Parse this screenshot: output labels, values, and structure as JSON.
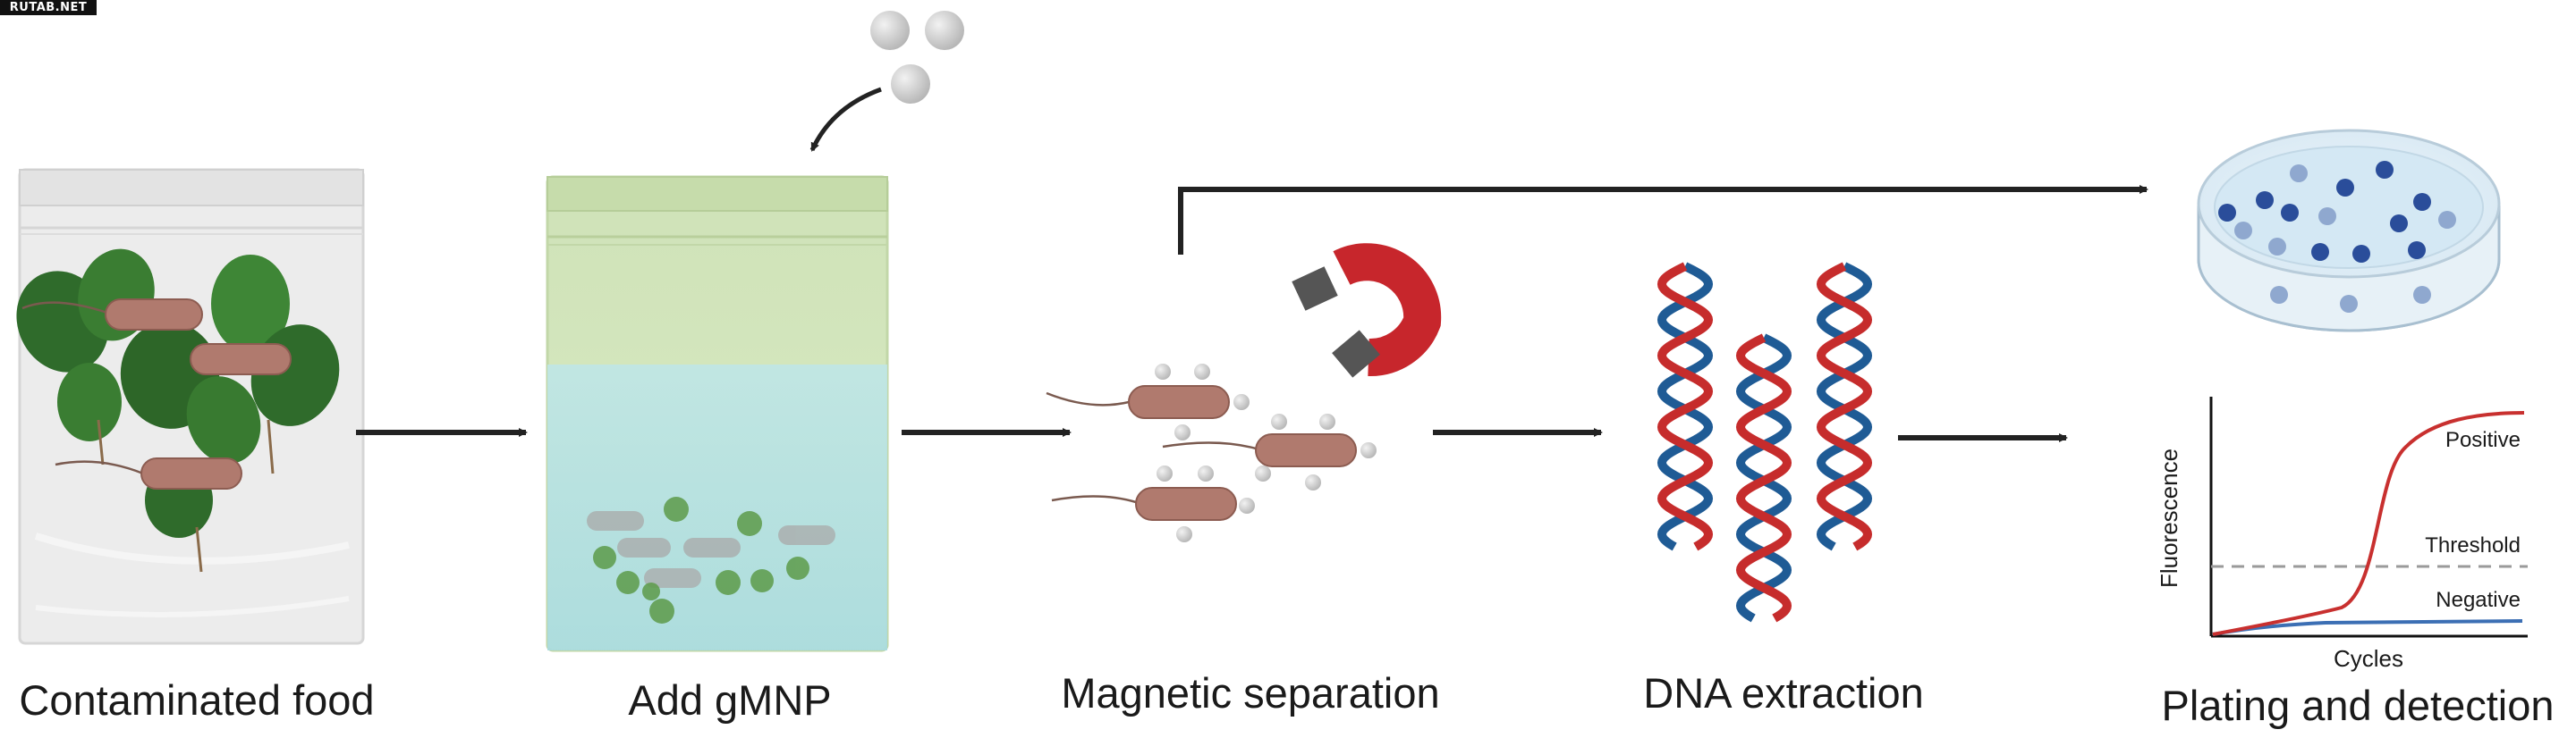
{
  "watermark": "RUTAB.NET",
  "steps": [
    {
      "label": "Contaminated food"
    },
    {
      "label": "Add gMNP"
    },
    {
      "label": "Magnetic separation"
    },
    {
      "label": "DNA extraction"
    },
    {
      "label": "Plating and detection"
    }
  ],
  "qpcr_plot": {
    "xlabel": "Cycles",
    "ylabel": "Fluorescence",
    "positive_label": "Positive",
    "threshold_label": "Threshold",
    "negative_label": "Negative",
    "colors": {
      "positive": "#c8302f",
      "negative": "#3c6fb4",
      "threshold": "#9a9a9a"
    }
  },
  "colors": {
    "dna_red": "#c62c2c",
    "dna_blue": "#1f5b95",
    "magnet_red": "#c7262c",
    "bacteria": "#b07a6e",
    "bead": "#cfcfcf"
  }
}
